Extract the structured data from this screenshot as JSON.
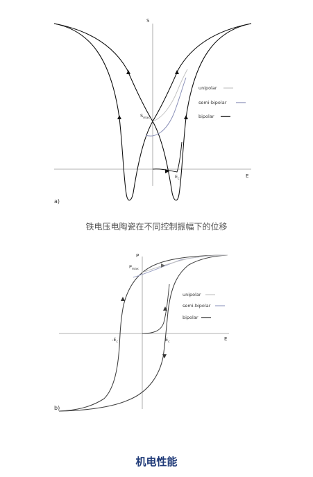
{
  "figure_a": {
    "panel_label": "a)",
    "y_axis_label": "S",
    "x_axis_label": "E",
    "smax_main": "S",
    "smax_sub": "max",
    "ec_main": "E",
    "ec_sub": "c",
    "legend": [
      {
        "name": "unipolar",
        "color": "#c4c4c4"
      },
      {
        "name": "semi-bipolar",
        "color": "#8a90b8"
      },
      {
        "name": "bipolar",
        "color": "#111111"
      }
    ]
  },
  "caption": "铁电压电陶瓷在不同控制振幅下的位移",
  "figure_b": {
    "panel_label": "b)",
    "y_axis_label": "P",
    "x_axis_label": "E",
    "pmax_main": "P",
    "pmax_sub": "max",
    "neg_ec_main": "-E",
    "neg_ec_sub": "c",
    "ec_main": "E",
    "ec_sub": "c",
    "legend": [
      {
        "name": "unipolar",
        "color": "#c4c4c4"
      },
      {
        "name": "semi-bipolar",
        "color": "#9aa0c4"
      },
      {
        "name": "bipolar",
        "color": "#444444"
      }
    ]
  },
  "section_heading": "机电性能"
}
